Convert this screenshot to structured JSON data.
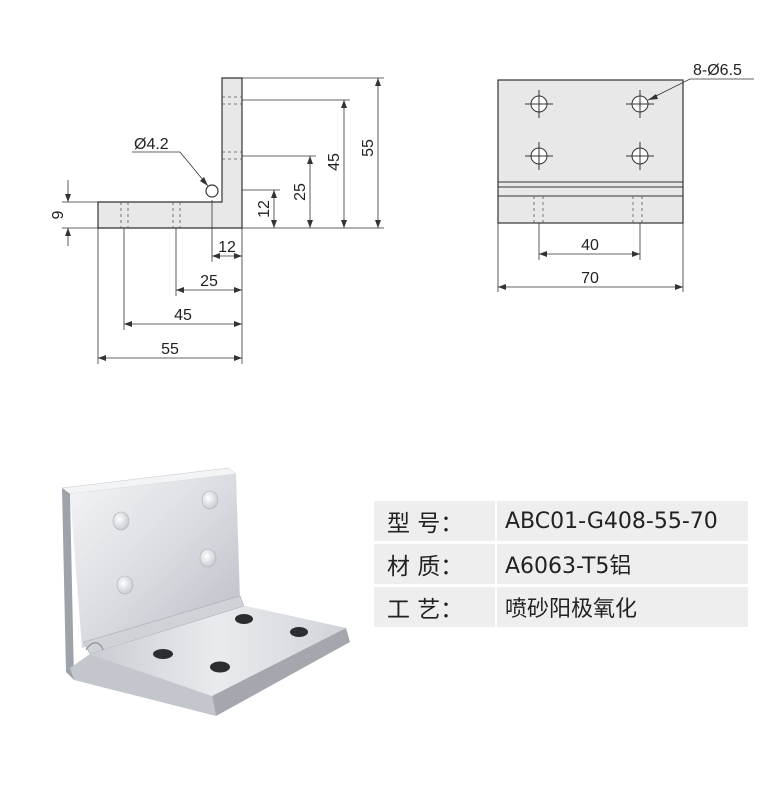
{
  "dims_side": {
    "thickness": "9",
    "hole_dia": "Ø4.2",
    "h12": "12",
    "h25": "25",
    "h45": "45",
    "h55": "55",
    "w12": "12",
    "w25": "25",
    "w45": "45",
    "w55": "55"
  },
  "dims_front": {
    "holes": "8-Ø6.5",
    "w40": "40",
    "w70": "70"
  },
  "specs": [
    {
      "label": "型  号：",
      "value": "ABC01-G408-55-70"
    },
    {
      "label": "材  质：",
      "value": "A6063-T5铝"
    },
    {
      "label": "工  艺：",
      "value": "喷砂阳极氧化"
    }
  ],
  "colors": {
    "line": "#333333",
    "fill": "#e8e8e8",
    "table_bg": "#eeeeee"
  }
}
